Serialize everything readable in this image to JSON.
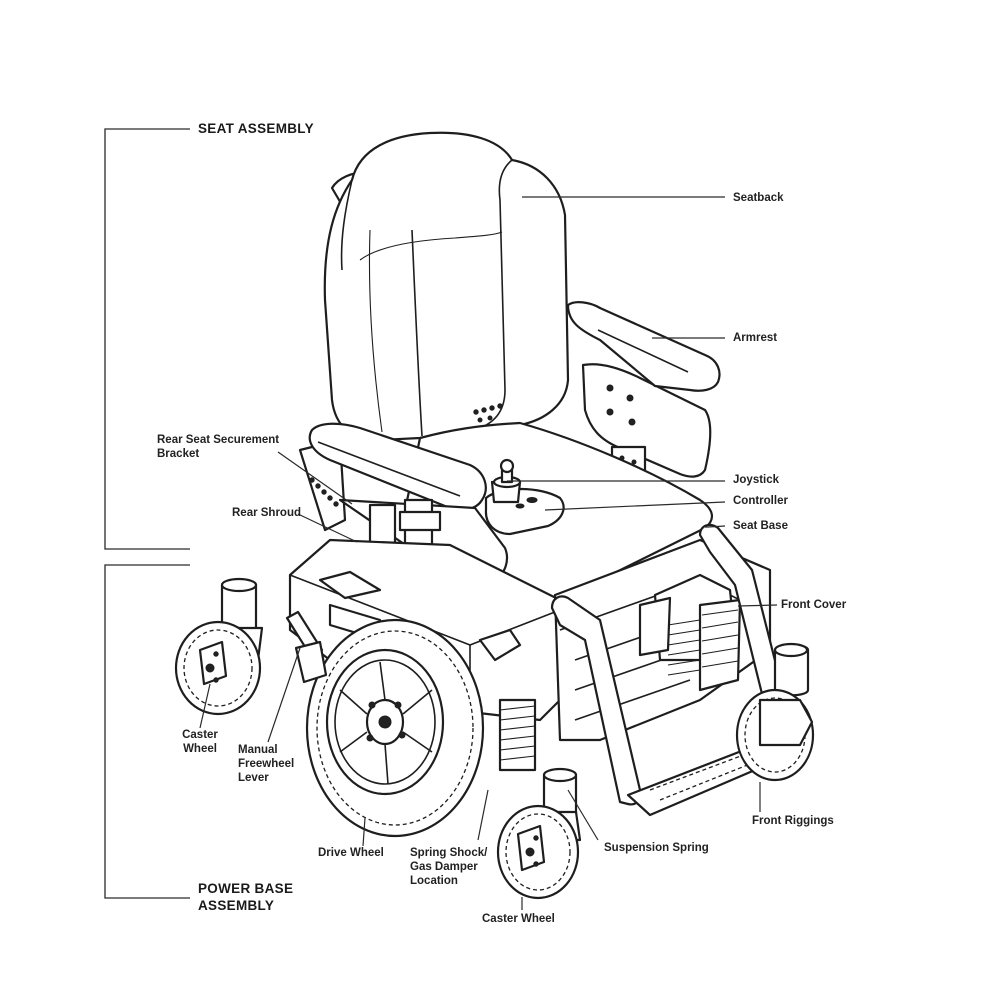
{
  "sections": {
    "seat_assembly": "SEAT ASSEMBLY",
    "power_base_assembly": "POWER BASE\nASSEMBLY"
  },
  "labels": {
    "seatback": "Seatback",
    "armrest": "Armrest",
    "rear_seat_securement_bracket": "Rear Seat Securement\nBracket",
    "joystick": "Joystick",
    "controller": "Controller",
    "rear_shroud": "Rear Shroud",
    "seat_base": "Seat Base",
    "front_cover": "Front Cover",
    "caster_wheel_left": "Caster\nWheel",
    "manual_freewheel_lever": "Manual\nFreewheel\nLever",
    "front_riggings": "Front Riggings",
    "suspension_spring": "Suspension Spring",
    "drive_wheel": "Drive Wheel",
    "spring_shock": "Spring Shock/\nGas Damper\nLocation",
    "caster_wheel_bottom": "Caster Wheel"
  }
}
